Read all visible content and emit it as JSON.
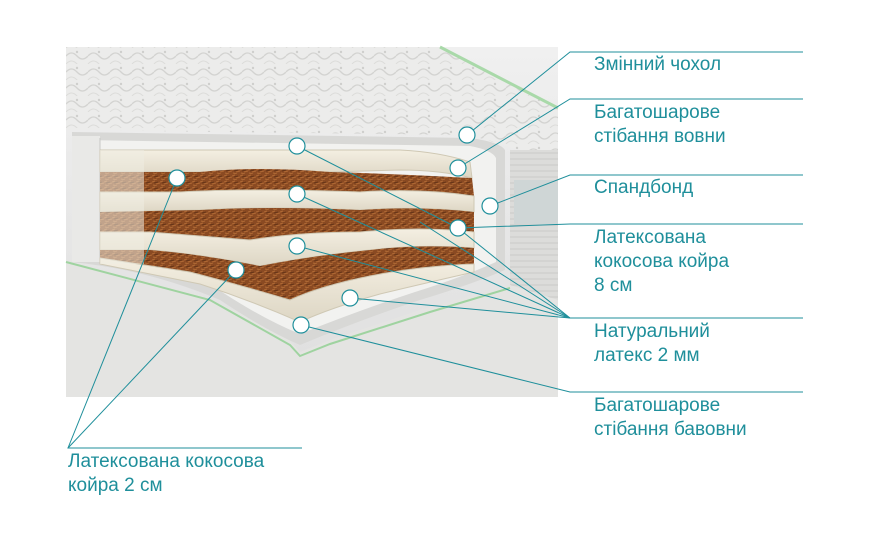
{
  "colors": {
    "accent": "#1f8f9b",
    "coir": "#8a4a22",
    "latex": "#eae4d4",
    "fabric": "#e6e6e4",
    "background_panel": "#e9e9e9"
  },
  "labels": {
    "cover": "Змінний чохол",
    "wool": "Багатошарове\nстібання вовни",
    "spunbond": "Спандбонд",
    "coir8": "Латексована\nкокосова койра\n8 см",
    "latex": "Натуральний\nлатекс 2 мм",
    "cotton": "Багатошарове\nстібання бавовни",
    "coir2": "Латексована кокосова\nкойра 2 см"
  }
}
